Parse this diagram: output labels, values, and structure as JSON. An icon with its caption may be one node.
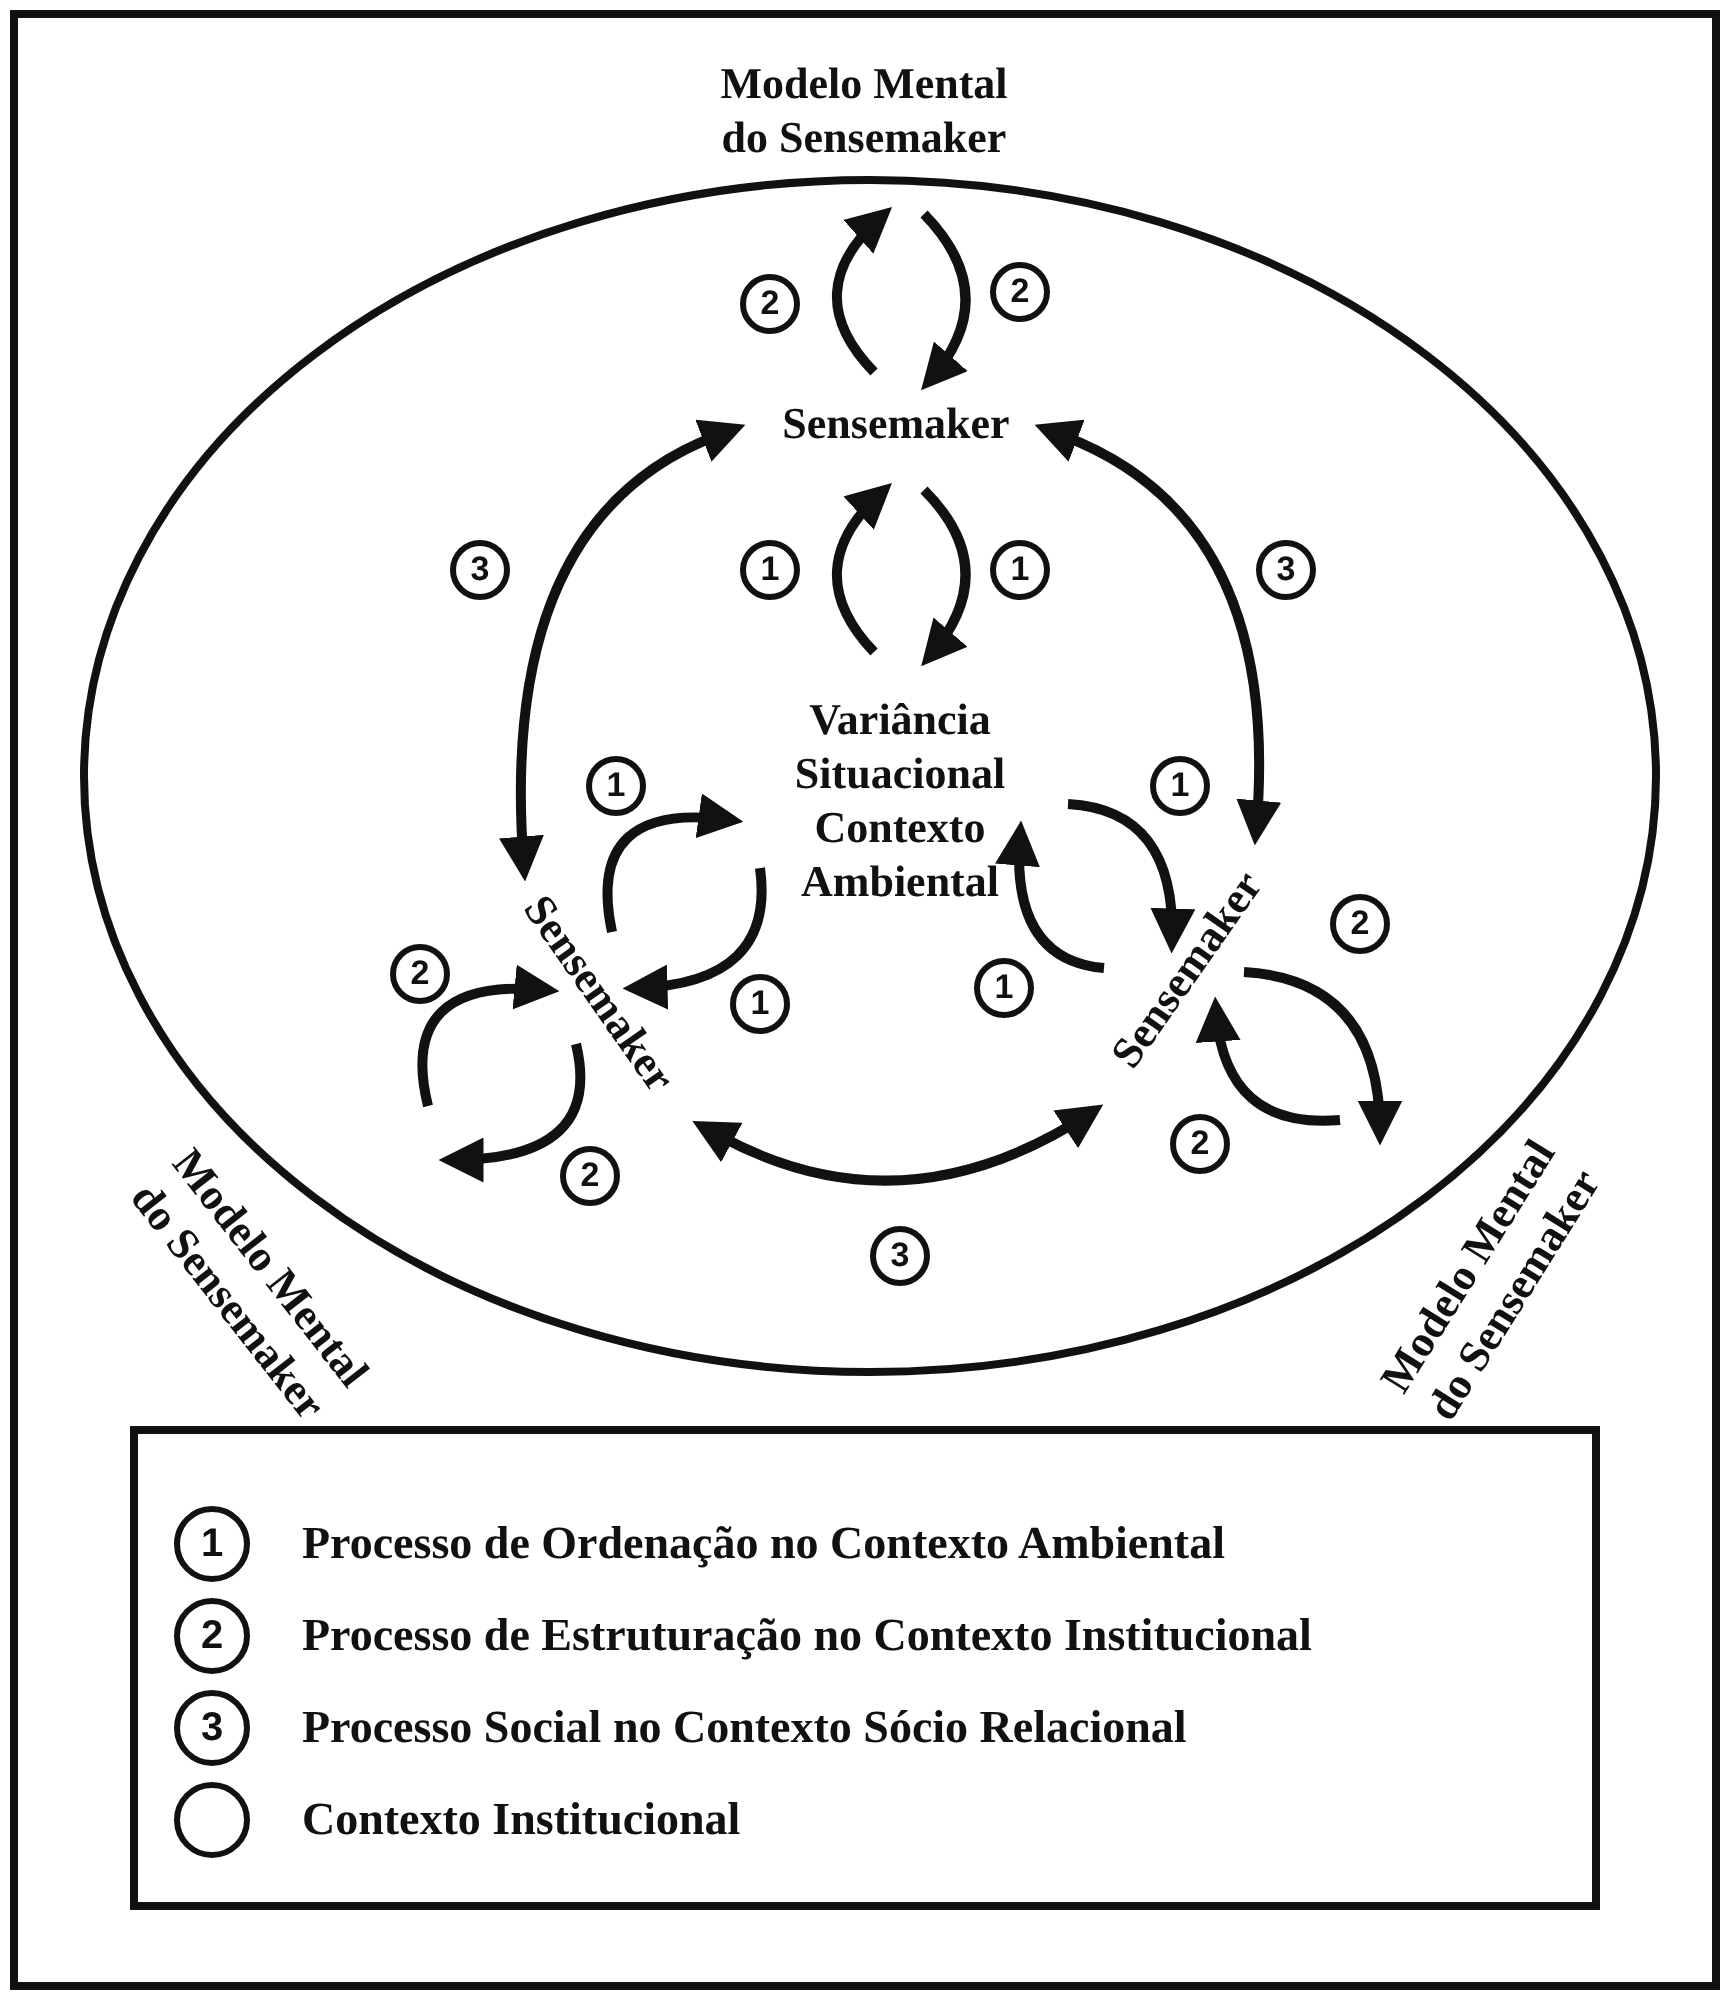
{
  "diagram": {
    "nodes": [
      {
        "text": [
          "Modelo Mental do Sensemaker"
        ]
      },
      {
        "text": [],
        "shape": "circle"
      },
      {
        "text": [
          "Sensemaker"
        ],
        "in": 1
      },
      {
        "text": [
          "Variância Situacional Contexto Ambiental"
        ],
        "in": 1
      },
      {
        "text": [
          "Sensemaker"
        ],
        "in": 1
      },
      {
        "text": [
          "Sensemaker"
        ],
        "in": 1
      },
      {
        "text": [
          "Modelo Mental do Sensemaker"
        ]
      },
      {
        "text": [
          "Modelo Mental do Sensemaker"
        ]
      }
    ],
    "edges": [
      {
        "from": 2,
        "to": 0,
        "arrow": "to",
        "label": "2"
      },
      {
        "from": 0,
        "to": 2,
        "arrow": "to",
        "label": "2"
      },
      {
        "from": 3,
        "to": 2,
        "arrow": "to",
        "label": "1"
      },
      {
        "from": 2,
        "to": 3,
        "arrow": "to",
        "label": "1"
      },
      {
        "from": 2,
        "to": 4,
        "arrow": "both",
        "label": "3"
      },
      {
        "from": 2,
        "to": 5,
        "arrow": "both",
        "label": "3"
      },
      {
        "from": 4,
        "to": 3,
        "arrow": "to",
        "label": "1"
      },
      {
        "from": 3,
        "to": 4,
        "arrow": "to",
        "label": "1"
      },
      {
        "from": 3,
        "to": 5,
        "arrow": "to",
        "label": "1"
      },
      {
        "from": 5,
        "to": 3,
        "arrow": "to",
        "label": "1"
      },
      {
        "from": 6,
        "to": 4,
        "arrow": "to",
        "label": "2"
      },
      {
        "from": 4,
        "to": 6,
        "arrow": "to",
        "label": "2"
      },
      {
        "from": 5,
        "to": 7,
        "arrow": "to",
        "label": "2"
      },
      {
        "from": 7,
        "to": 5,
        "arrow": "to",
        "label": "2"
      },
      {
        "from": 4,
        "to": 5,
        "arrow": "both",
        "label": "3"
      }
    ],
    "labels": [
      "1",
      "2",
      "3"
    ],
    "legend": [
      {
        "text": "Processo de Ordenação no Contexto Ambiental"
      },
      {
        "text": "Processo de Estruturação no Contexto Institucional"
      },
      {
        "text": "Processo Social no Contexto Sócio Relacional"
      },
      {
        "text": "Contexto Institucional"
      }
    ]
  }
}
